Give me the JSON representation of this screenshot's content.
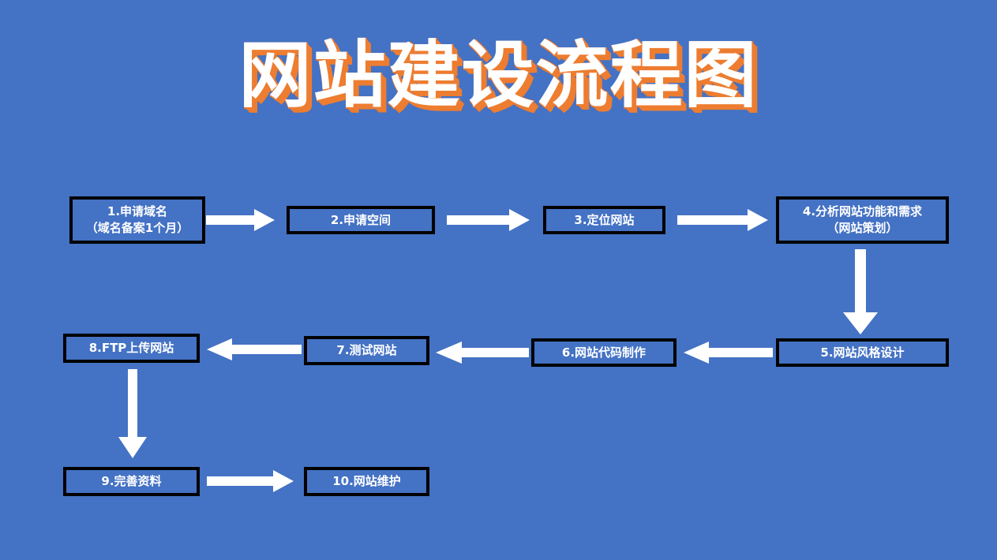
{
  "slide": {
    "background_color": "#4472C4",
    "title": "网站建设流程图",
    "title_text_color": "#FFFFFF",
    "title_shadow_color": "#ED7D31"
  },
  "flow": {
    "node_border_color": "#000000",
    "node_text_color": "#FFFFFF",
    "arrow_color": "#FFFFFF",
    "nodes": [
      {
        "id": 1,
        "line1": "1.申请域名",
        "line2": "（域名备案1个月）"
      },
      {
        "id": 2,
        "line1": "2.申请空间",
        "line2": ""
      },
      {
        "id": 3,
        "line1": "3.定位网站",
        "line2": ""
      },
      {
        "id": 4,
        "line1": "4.分析网站功能和需求",
        "line2": "（网站策划）"
      },
      {
        "id": 5,
        "line1": "5.网站风格设计",
        "line2": ""
      },
      {
        "id": 6,
        "line1": "6.网站代码制作",
        "line2": ""
      },
      {
        "id": 7,
        "line1": "7.测试网站",
        "line2": ""
      },
      {
        "id": 8,
        "line1": "8.FTP上传网站",
        "line2": ""
      },
      {
        "id": 9,
        "line1": "9.完善资料",
        "line2": ""
      },
      {
        "id": 10,
        "line1": "10.网站维护",
        "line2": ""
      }
    ],
    "connectors": [
      {
        "from": 1,
        "to": 2,
        "direction": "right"
      },
      {
        "from": 2,
        "to": 3,
        "direction": "right"
      },
      {
        "from": 3,
        "to": 4,
        "direction": "right"
      },
      {
        "from": 4,
        "to": 5,
        "direction": "down"
      },
      {
        "from": 5,
        "to": 6,
        "direction": "left"
      },
      {
        "from": 6,
        "to": 7,
        "direction": "left"
      },
      {
        "from": 7,
        "to": 8,
        "direction": "left"
      },
      {
        "from": 8,
        "to": 9,
        "direction": "down"
      },
      {
        "from": 9,
        "to": 10,
        "direction": "right"
      }
    ]
  }
}
